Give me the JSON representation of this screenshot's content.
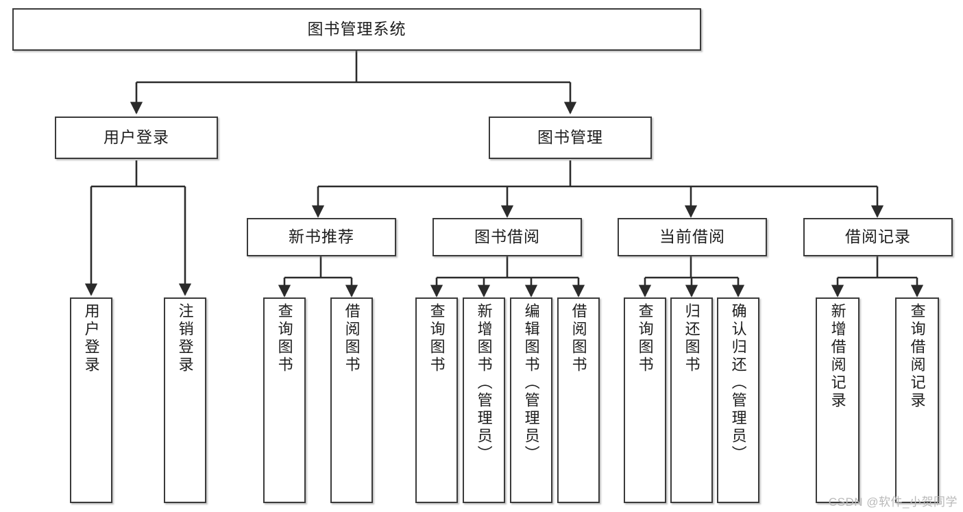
{
  "diagram": {
    "title": "图书管理系统",
    "type": "tree-hierarchy-diagram",
    "theme": {
      "background": "#ffffff",
      "box_stroke": "#3a3a3a",
      "box_fill": "#ffffff",
      "edge_stroke": "#2b2b2b",
      "text_color": "#1d1d1d",
      "watermark_color": "#b9b9b9"
    },
    "watermark": "CSDN @软件_小贺同学",
    "nodes": {
      "root": {
        "label": "图书管理系统"
      },
      "level1": [
        {
          "label": "用户登录"
        },
        {
          "label": "图书管理"
        }
      ],
      "level2": [
        {
          "label": "新书推荐"
        },
        {
          "label": "图书借阅"
        },
        {
          "label": "当前借阅"
        },
        {
          "label": "借阅记录"
        }
      ],
      "leaves": {
        "user_login": [
          {
            "label": "用户登录"
          },
          {
            "label": "注销登录"
          }
        ],
        "new_book_recommend": [
          {
            "label": "查询图书"
          },
          {
            "label": "借阅图书"
          }
        ],
        "book_borrow": [
          {
            "label": "查询图书"
          },
          {
            "label": "新增图书（管理员）"
          },
          {
            "label": "编辑图书（管理员）"
          },
          {
            "label": "借阅图书"
          }
        ],
        "current_borrow": [
          {
            "label": "查询图书"
          },
          {
            "label": "归还图书"
          },
          {
            "label": "确认归还（管理员）"
          }
        ],
        "borrow_record": [
          {
            "label": "新增借阅记录"
          },
          {
            "label": "查询借阅记录"
          }
        ]
      }
    }
  }
}
